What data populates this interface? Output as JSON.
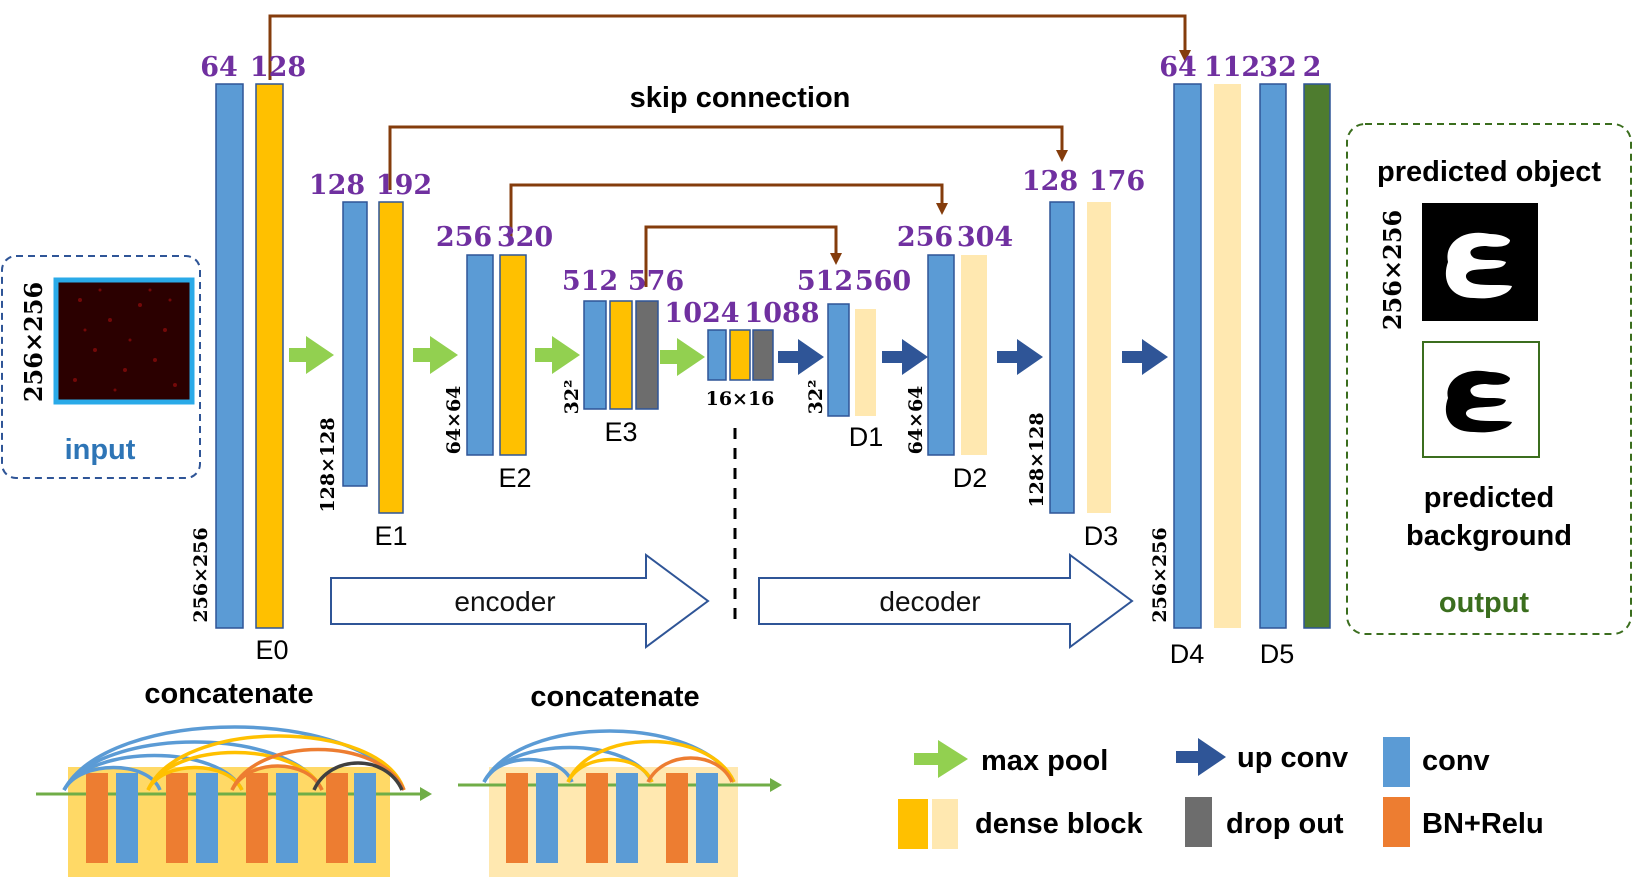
{
  "colors": {
    "conv": "#5b9bd5",
    "dense_block_encoder": "#ffc000",
    "dense_block_decoder": "#ffe8b0",
    "dropout": "#6d6d6d",
    "bn_relu": "#ed7d31",
    "output_conv": "#4e7c2f",
    "max_pool": "#92d050",
    "up_conv": "#2f5597",
    "skip": "#843c0c",
    "channel_text": "#7030a0",
    "input_label": "#2e75b6",
    "output_label": "#3b6e1e"
  },
  "input": {
    "label": "input",
    "size": "256×256"
  },
  "output": {
    "label": "output",
    "size": "256×256",
    "object_label": "predicted object",
    "background_label": [
      "predicted",
      "background"
    ]
  },
  "skip_title": "skip connection",
  "blocks": {
    "E0": {
      "name": "E0",
      "channels": [
        "64",
        "128"
      ],
      "size": "256×256"
    },
    "E1": {
      "name": "E1",
      "channels": [
        "128",
        "192"
      ],
      "size": "128×128"
    },
    "E2": {
      "name": "E2",
      "channels": [
        "256",
        "320"
      ],
      "size": "64×64"
    },
    "E3": {
      "name": "E3",
      "channels": [
        "512",
        "576"
      ],
      "size": "32²"
    },
    "B": {
      "name": "",
      "channels": [
        "1024",
        "1088"
      ],
      "size": "16×16"
    },
    "D1": {
      "name": "D1",
      "channels": [
        "512",
        "560"
      ],
      "size": "32²"
    },
    "D2": {
      "name": "D2",
      "channels": [
        "256",
        "304"
      ],
      "size": "64×64"
    },
    "D3": {
      "name": "D3",
      "channels": [
        "128",
        "176"
      ],
      "size": "128×128"
    },
    "D4": {
      "name": "D4",
      "channels": [
        "64",
        "112"
      ],
      "size": "256×256"
    },
    "D5": {
      "name": "D5",
      "channels": [
        "32",
        "2"
      ]
    }
  },
  "flow": {
    "encoder": "encoder",
    "decoder": "decoder"
  },
  "dense_demo": {
    "left_title": "concatenate",
    "right_title": "concatenate"
  },
  "legend": {
    "max_pool": "max pool",
    "up_conv": "up conv",
    "conv": "conv",
    "dense_block": "dense block",
    "drop_out": "drop out",
    "bn_relu": "BN+Relu"
  }
}
